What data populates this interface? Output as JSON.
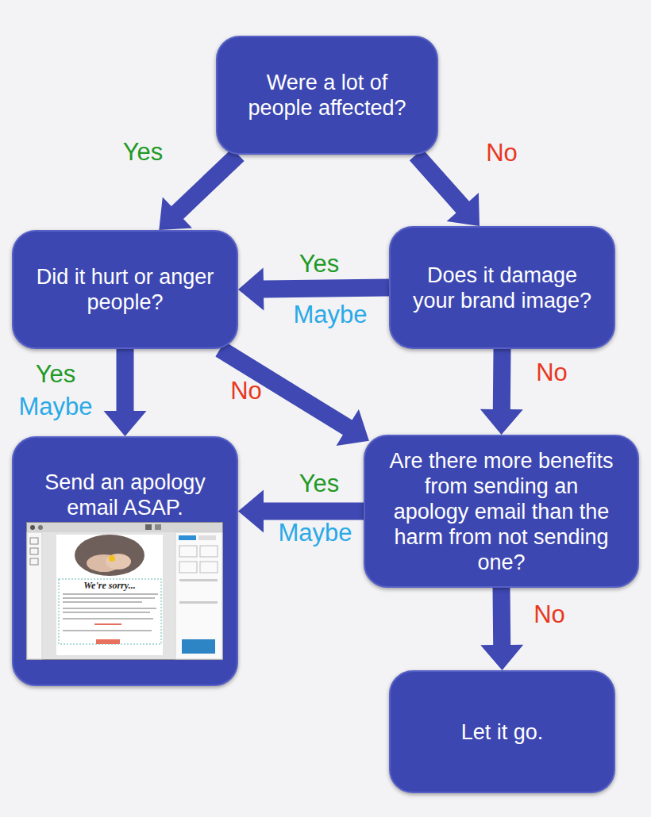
{
  "diagram": {
    "nodes": [
      {
        "text": [
          "Were a lot of people affected?"
        ]
      },
      {
        "text": [
          "Did it hurt or anger people?"
        ]
      },
      {
        "text": [
          "Does it damage your brand image?"
        ]
      },
      {
        "text": [
          "Send an apology email ASAP."
        ]
      },
      {
        "text": [
          "Are there more benefits from sending an apology email than the harm from not sending one?"
        ]
      },
      {
        "text": [
          "Let it go."
        ]
      }
    ],
    "edges": [
      {
        "from": 0,
        "to": 1,
        "label": "Yes",
        "arrow": "to"
      },
      {
        "from": 0,
        "to": 2,
        "label": "No",
        "arrow": "to"
      },
      {
        "from": 2,
        "to": 1,
        "label": "Yes",
        "arrow": "to"
      },
      {
        "from": 1,
        "to": 3,
        "label": "Yes",
        "arrow": "to"
      },
      {
        "from": 1,
        "to": 4,
        "label": "No",
        "arrow": "to"
      },
      {
        "from": 2,
        "to": 4,
        "label": "No",
        "arrow": "to"
      },
      {
        "from": 4,
        "to": 3,
        "label": "Yes",
        "arrow": "to"
      },
      {
        "from": 4,
        "to": 5,
        "label": "No",
        "arrow": "to"
      }
    ],
    "labels": [
      "Maybe",
      "Maybe",
      "Maybe",
      "We're sorry..."
    ]
  }
}
